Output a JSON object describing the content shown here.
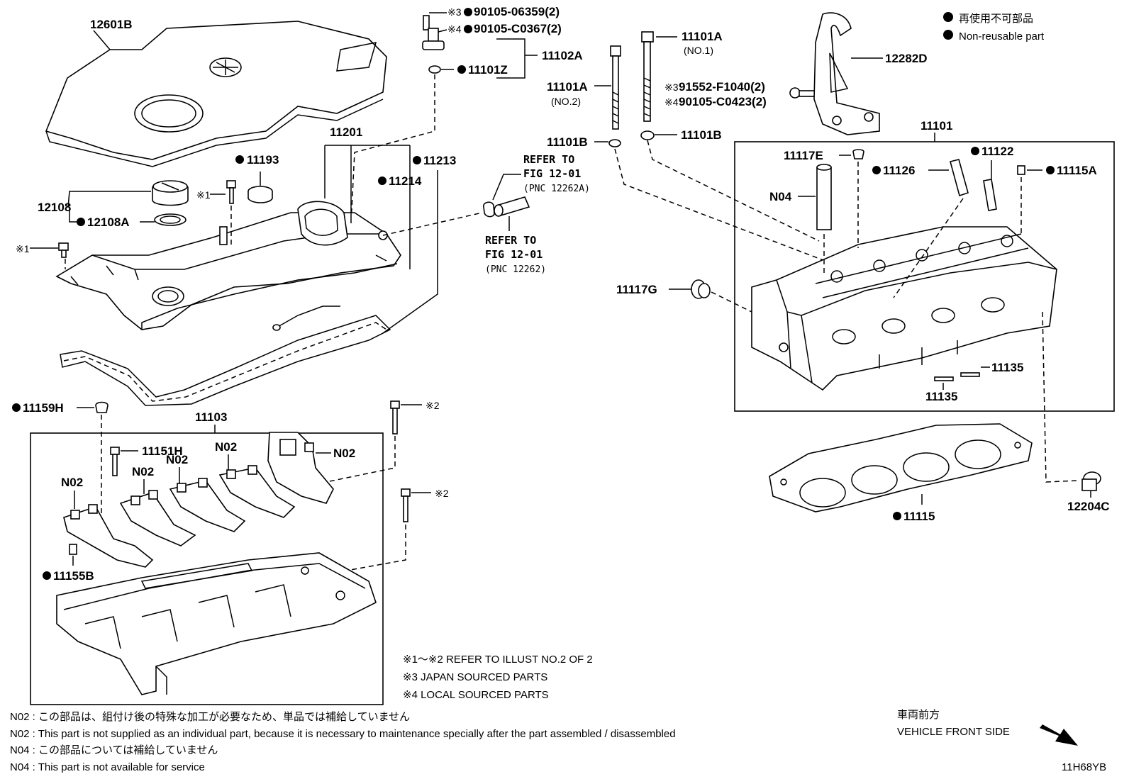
{
  "labels": {
    "p12601B": "12601B",
    "p11201": "11201",
    "p11193": "11193",
    "p11213": "11213",
    "p11214": "11214",
    "p12108": "12108",
    "p12108A": "12108A",
    "star1_a": "※1",
    "star1_b": "※1",
    "p11102A": "11102A",
    "p11101Z": "11101Z",
    "s3_90105": "※3",
    "s3_90105_pn": "90105-06359(2)",
    "s4_90105": "※4",
    "s4_90105_pn": "90105-C0367(2)",
    "p11101A_no2": "11101A",
    "no2": "(NO.2)",
    "p11101A_no1": "11101A",
    "no1": "(NO.1)",
    "s3_91552": "※3",
    "s3_91552_pn": "91552-F1040(2)",
    "s4_c0423": "※4",
    "s4_c0423_pn": "90105-C0423(2)",
    "p11101B_left": "11101B",
    "p11101B_right": "11101B",
    "p12282D": "12282D",
    "p11101": "11101",
    "p11117E": "11117E",
    "p11122": "11122",
    "p11126": "11126",
    "p11115A": "11115A",
    "n04": "N04",
    "p11117G": "11117G",
    "p11135_a": "11135",
    "p11135_b": "11135",
    "p11115": "11115",
    "p12204C": "12204C",
    "p11159H": "11159H",
    "p11103": "11103",
    "p11151H": "11151H",
    "star2_a": "※2",
    "star2_b": "※2",
    "n02_a": "N02",
    "n02_b": "N02",
    "n02_c": "N02",
    "n02_d": "N02",
    "n02_e": "N02",
    "p11155B": "11155B"
  },
  "refers": {
    "refer1_l1": "REFER TO",
    "refer1_l2": "FIG 12-01",
    "refer1_l3": "(PNC 12262A)",
    "refer2_l1": "REFER TO",
    "refer2_l2": "FIG 12-01",
    "refer2_l3": "(PNC 12262)"
  },
  "legend": {
    "jp": "再使用不可部品",
    "en": "Non-reusable part"
  },
  "notes": {
    "n_s12": "※1～※2  REFER TO ILLUST NO.2 OF 2",
    "n_s3": "※3 JAPAN SOURCED PARTS",
    "n_s4": "※4 LOCAL SOURCED PARTS",
    "n02_jp": "N02 : この部品は、組付け後の特殊な加工が必要なため、単品では補給していません",
    "n02_en": "N02 : This part is not supplied as an individual part, because it is necessary to maintenance specially after the part assembled / disassembled",
    "n04_jp": "N04 : この部品については補給していません",
    "n04_en": "N04 : This part is not available for service"
  },
  "direction": {
    "jp": "車両前方",
    "en": "VEHICLE FRONT SIDE"
  },
  "figure_code": "11H68YB"
}
